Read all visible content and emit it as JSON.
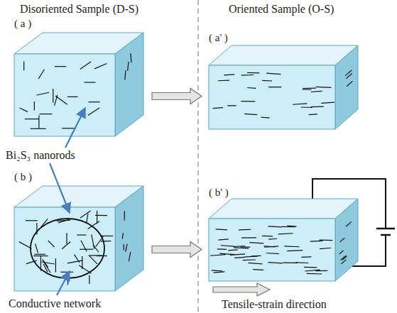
{
  "diagram": {
    "nodes": [
      {
        "text": [
          "( a )"
        ]
      },
      {
        "text": [
          "( a' )"
        ]
      },
      {
        "text": [
          "( b )"
        ]
      },
      {
        "text": [
          "( b' )"
        ]
      }
    ],
    "edges": [
      {
        "from": 0,
        "to": 1,
        "arrow": "to"
      },
      {
        "from": 2,
        "to": 3,
        "arrow": "to"
      }
    ],
    "labels": [
      "Disoriented Sample (D-S)",
      "Oriented Sample (O-S)",
      "Bi₂S₃ nanorods",
      "Conductive network",
      "Tensile-strain direction"
    ]
  }
}
